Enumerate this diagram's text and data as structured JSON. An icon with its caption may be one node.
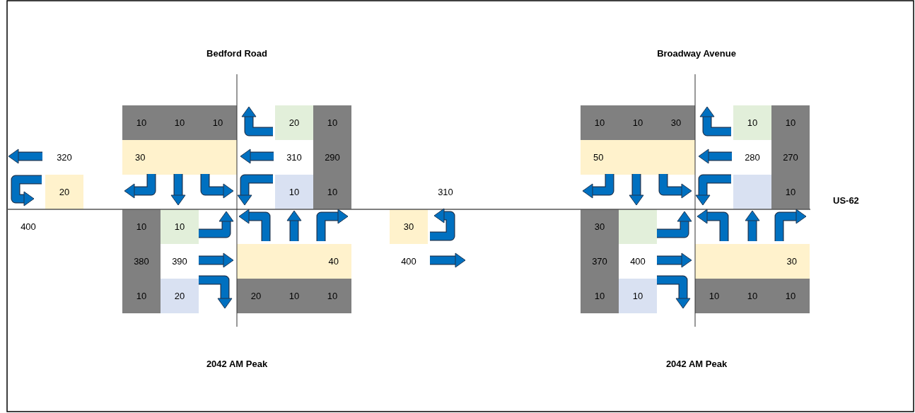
{
  "diagram": {
    "labels": [
      "Bedford Road",
      "Broadway Avenue",
      "10",
      "10",
      "10",
      "20",
      "10",
      "10",
      "10",
      "30",
      "10",
      "10",
      "320",
      "30",
      "310",
      "290",
      "50",
      "280",
      "270",
      "20",
      "10",
      "10",
      "310",
      "10",
      "US-62",
      "400",
      "10",
      "10",
      "30",
      "30",
      "380",
      "390",
      "40",
      "400",
      "370",
      "400",
      "30",
      "10",
      "20",
      "20",
      "10",
      "10",
      "10",
      "10",
      "10",
      "10",
      "10",
      "2042 AM Peak",
      "2042 AM Peak"
    ]
  }
}
